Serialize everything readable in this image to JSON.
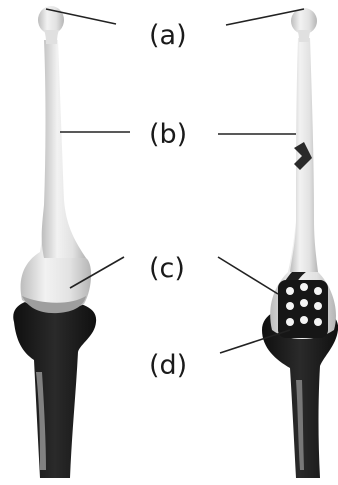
{
  "labels": {
    "a": "(a)",
    "b": "(b)",
    "c": "(c)",
    "d": "(d)"
  },
  "colors": {
    "bone_light": "#e8e8e8",
    "bone_shade": "#c9c9c9",
    "dark_part": "#1c1c1c",
    "leader_line": "#222222",
    "background": "#ffffff"
  }
}
